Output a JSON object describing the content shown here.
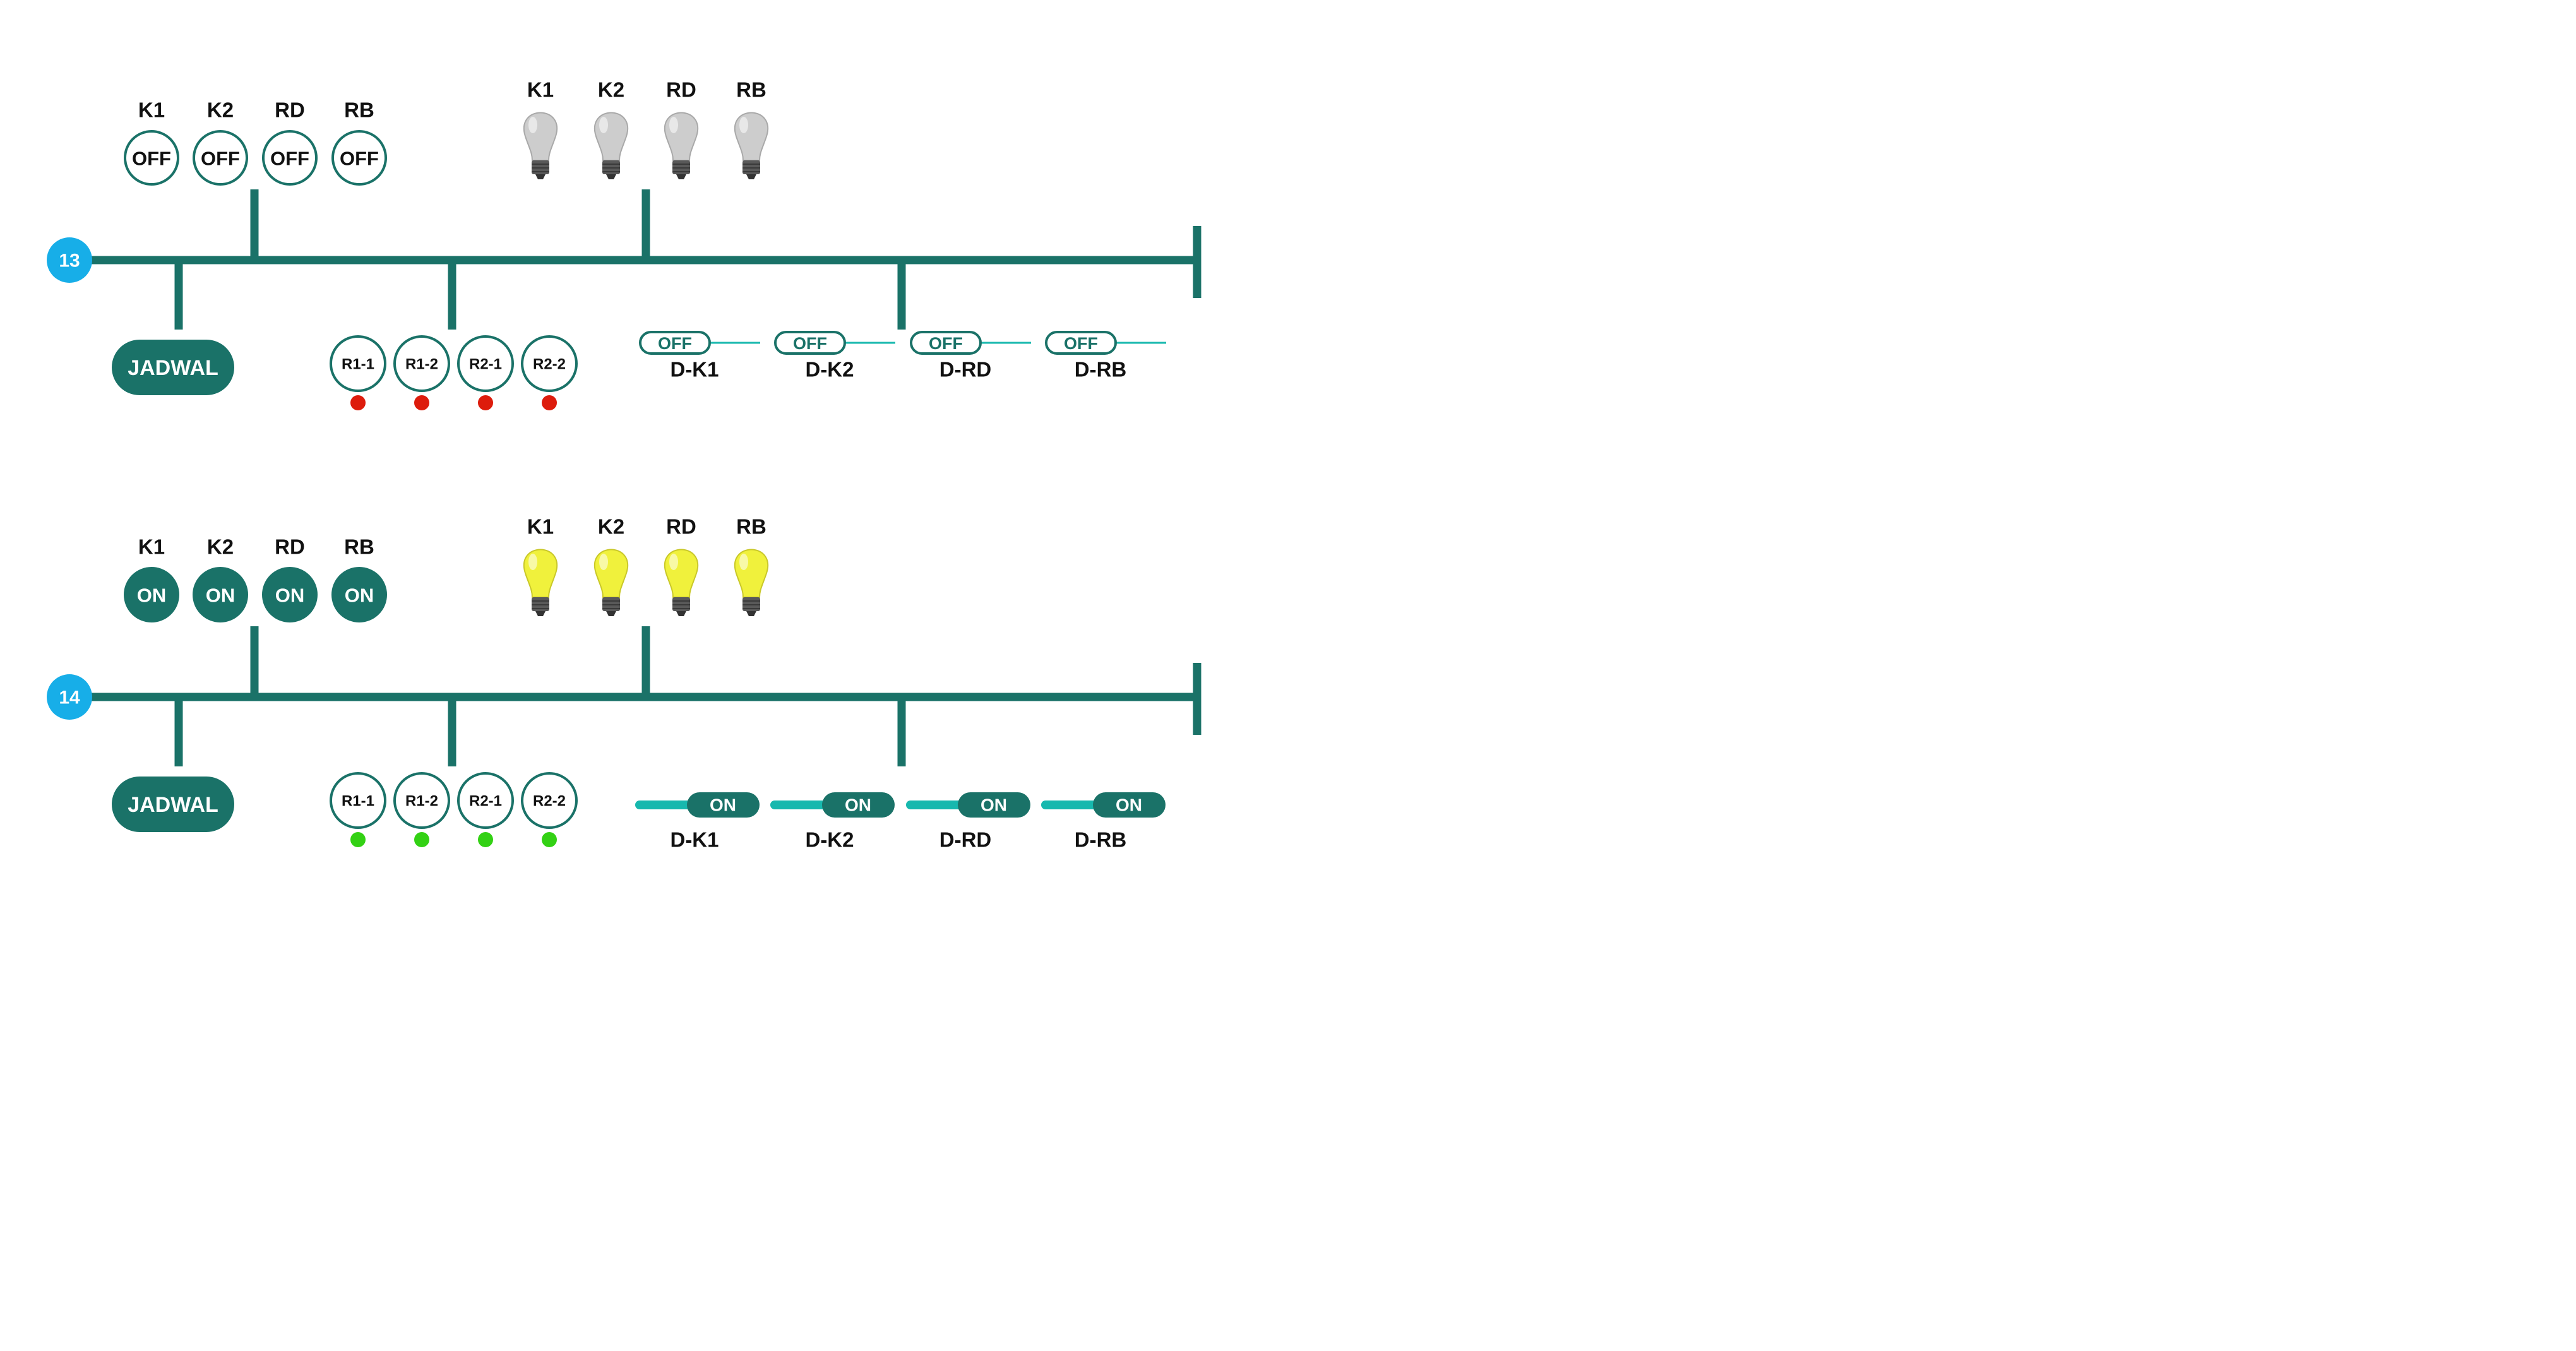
{
  "colors": {
    "teal": "#1a7268",
    "badge": "#17aee8",
    "toggle_line": "#17b8ae",
    "red": "#dd1c0c",
    "green": "#33d114",
    "bulb_off": "#cdcdcd",
    "bulb_on": "#f0f13c",
    "bulb_base": "#595959",
    "label": "#111111"
  },
  "panels": [
    {
      "badge": "13",
      "state": "off",
      "switch_labels": [
        "K1",
        "K2",
        "RD",
        "RB"
      ],
      "switch_texts": [
        "OFF",
        "OFF",
        "OFF",
        "OFF"
      ],
      "lamp_labels": [
        "K1",
        "K2",
        "RD",
        "RB"
      ],
      "lamp_icons": [
        "light-bulb-off-icon",
        "light-bulb-off-icon",
        "light-bulb-off-icon",
        "light-bulb-off-icon"
      ],
      "schedule_label": "JADWAL",
      "relay_labels": [
        "R1-1",
        "R1-2",
        "R2-1",
        "R2-2"
      ],
      "relay_status": [
        "red",
        "red",
        "red",
        "red"
      ],
      "toggle_texts": [
        "OFF",
        "OFF",
        "OFF",
        "OFF"
      ],
      "toggle_labels": [
        "D-K1",
        "D-K2",
        "D-RD",
        "D-RB"
      ]
    },
    {
      "badge": "14",
      "state": "on",
      "switch_labels": [
        "K1",
        "K2",
        "RD",
        "RB"
      ],
      "switch_texts": [
        "ON",
        "ON",
        "ON",
        "ON"
      ],
      "lamp_labels": [
        "K1",
        "K2",
        "RD",
        "RB"
      ],
      "lamp_icons": [
        "light-bulb-on-icon",
        "light-bulb-on-icon",
        "light-bulb-on-icon",
        "light-bulb-on-icon"
      ],
      "schedule_label": "JADWAL",
      "relay_labels": [
        "R1-1",
        "R1-2",
        "R2-1",
        "R2-2"
      ],
      "relay_status": [
        "green",
        "green",
        "green",
        "green"
      ],
      "toggle_texts": [
        "ON",
        "ON",
        "ON",
        "ON"
      ],
      "toggle_labels": [
        "D-K1",
        "D-K2",
        "D-RD",
        "D-RB"
      ]
    }
  ]
}
